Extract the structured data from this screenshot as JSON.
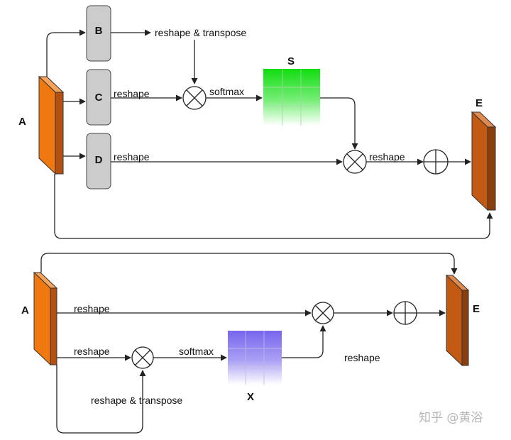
{
  "position_module": {
    "input_label": "A",
    "output_label": "E",
    "matrix_label": "S",
    "boxes": [
      "B",
      "C",
      "D"
    ],
    "text_reshape_transpose": "reshape & transpose",
    "text_reshape_c": "reshape",
    "text_softmax": "softmax",
    "text_reshape_d": "reshape",
    "text_reshape_out": "reshape"
  },
  "channel_module": {
    "input_label": "A",
    "output_label": "E",
    "matrix_label": "X",
    "text_reshape_top": "reshape",
    "text_reshape_mid": "reshape",
    "text_softmax": "softmax",
    "text_reshape_transpose": "reshape & transpose",
    "text_reshape_out": "reshape"
  },
  "watermark": "知乎 @黄浴",
  "colors": {
    "input_block": "#f07810",
    "output_block": "#c25a14",
    "matrix_s": "#22dd22",
    "matrix_x": "#8877ee",
    "box_fill": "#cccccc"
  },
  "icons": [
    "multiply-op-icon",
    "add-op-icon",
    "arrow-icon"
  ]
}
